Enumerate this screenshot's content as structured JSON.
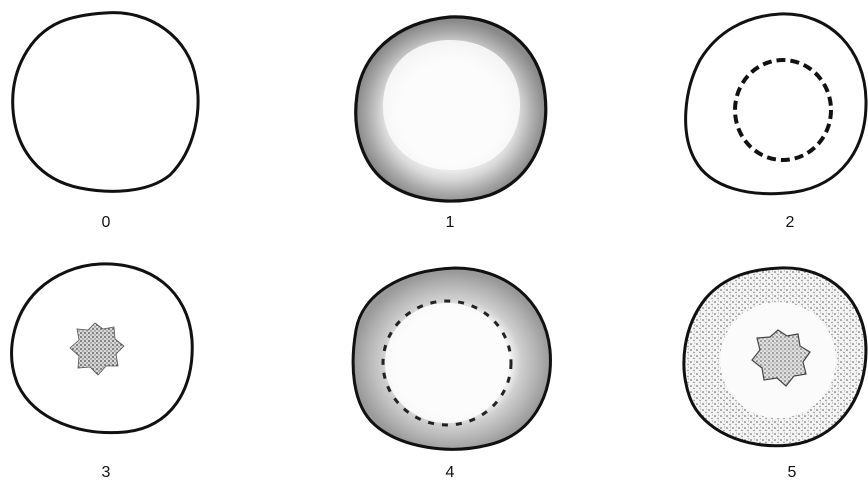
{
  "figure": {
    "panels": [
      {
        "label": "0",
        "pattern": "plain-outline"
      },
      {
        "label": "1",
        "pattern": "peripheral-grey-ring"
      },
      {
        "label": "2",
        "pattern": "inner-dashed-ring"
      },
      {
        "label": "3",
        "pattern": "central-stippled-patch"
      },
      {
        "label": "4",
        "pattern": "grey-ring-with-inner-dashed-ring"
      },
      {
        "label": "5",
        "pattern": "stippled-ring-with-central-patch"
      }
    ]
  }
}
